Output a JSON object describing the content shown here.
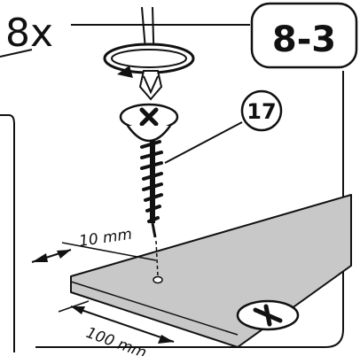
{
  "quantity": "8x",
  "step": "8-3",
  "part_number": "17",
  "dimensions": {
    "edge_offset": "10 mm",
    "side_offset": "100 mm"
  },
  "colors": {
    "ink": "#111111",
    "panel_fill": "#c8c8c8",
    "screw_fill": "#ffffff"
  },
  "icons": {
    "rotation": "clockwise-rotation-arrow-icon",
    "screwdriver": "screwdriver-icon",
    "screw": "wood-screw-icon",
    "screw_head": "phillips-screw-head-icon"
  }
}
